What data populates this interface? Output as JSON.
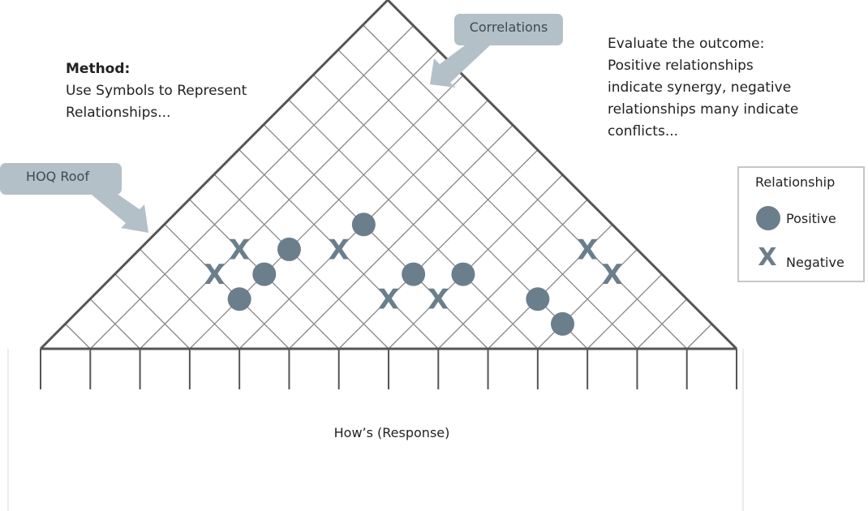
{
  "method": {
    "heading": "Method:",
    "line1": "Use Symbols to Represent",
    "line2": "Relationships..."
  },
  "evaluate": {
    "line1": "Evaluate the outcome:",
    "line2": "Positive relationships",
    "line3": "indicate synergy, negative",
    "line4": "relationships many indicate",
    "line5": "conflicts..."
  },
  "callouts": {
    "correlations": "Correlations",
    "hoq_roof": "HOQ Roof"
  },
  "legend": {
    "title": "Relationship",
    "positive": "Positive",
    "negative": "Negative",
    "negative_symbol": "X"
  },
  "hows_label": "How’s (Response)",
  "roof_grid": {
    "columns": 14,
    "positive_cells": [
      [
        3,
        4
      ],
      [
        3,
        5
      ],
      [
        3,
        6
      ],
      [
        4,
        8
      ],
      [
        6,
        8
      ],
      [
        7,
        9
      ],
      [
        9,
        10
      ],
      [
        10,
        10
      ]
    ],
    "negative_cells": [
      [
        2,
        4
      ],
      [
        2,
        5
      ],
      [
        4,
        7
      ],
      [
        6,
        7
      ],
      [
        7,
        8
      ],
      [
        9,
        12
      ],
      [
        10,
        12
      ]
    ]
  },
  "colors": {
    "grid": "#888888",
    "outline": "#555555",
    "symbol": "#6b7e8c",
    "callout_fill": "#b4c0c7"
  }
}
